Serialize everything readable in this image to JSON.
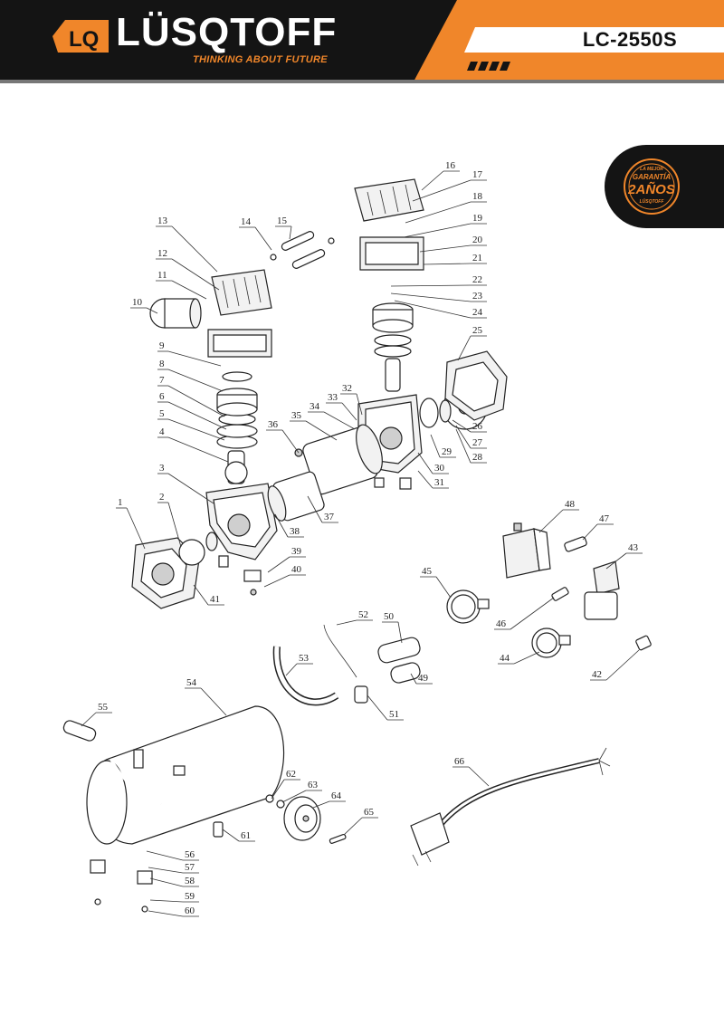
{
  "header": {
    "brand": "LÜSQTOFF",
    "tagline": "THINKING ABOUT FUTURE",
    "logo_mark": "LQ",
    "model": "LC-2550S",
    "colors": {
      "orange": "#f0862a",
      "black": "#141414",
      "white": "#ffffff"
    }
  },
  "badge": {
    "line1": "LA MEJOR",
    "line2": "GARANTÍA",
    "line3": "2AÑOS",
    "line4": "LÜSQTOFF",
    "color_bg": "#141414",
    "color_fg": "#f0862a"
  },
  "labels": [
    "1",
    "2",
    "3",
    "4",
    "5",
    "6",
    "7",
    "8",
    "9",
    "10",
    "11",
    "12",
    "13",
    "14",
    "15",
    "16",
    "17",
    "18",
    "19",
    "20",
    "21",
    "22",
    "23",
    "24",
    "25",
    "26",
    "27",
    "28",
    "29",
    "30",
    "31",
    "32",
    "33",
    "34",
    "35",
    "36",
    "37",
    "38",
    "39",
    "40",
    "41",
    "42",
    "43",
    "44",
    "45",
    "46",
    "47",
    "48",
    "49",
    "50",
    "51",
    "52",
    "53",
    "54",
    "55",
    "56",
    "57",
    "58",
    "59",
    "60",
    "61",
    "62",
    "63",
    "64",
    "65",
    "66"
  ]
}
